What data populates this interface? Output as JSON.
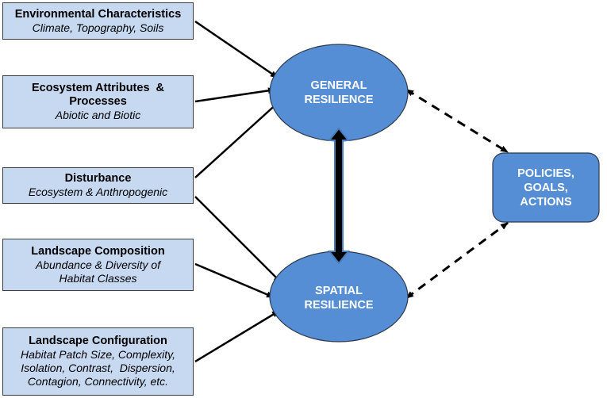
{
  "colors": {
    "input_box_fill": "#c6d9f1",
    "node_fill": "#558ed5",
    "node_text": "#ffffff",
    "arrow": "#000000",
    "double_arrow_outline": "#4a7ebb"
  },
  "inputs": [
    {
      "title": "Environmental Characteristics",
      "subtitle": [
        "Climate, Topography, Soils"
      ],
      "target": "general"
    },
    {
      "title": "Ecosystem Attributes  &",
      "title2": "Processes",
      "subtitle": [
        "Abiotic and Biotic"
      ],
      "target": "general"
    },
    {
      "title": "Disturbance",
      "subtitle": [
        "Ecosystem & Anthropogenic"
      ],
      "target": "both"
    },
    {
      "title": "Landscape Composition",
      "subtitle": [
        "Abundance & Diversity of",
        "Habitat Classes"
      ],
      "target": "spatial"
    },
    {
      "title": "Landscape Configuration",
      "subtitle": [
        "Habitat Patch Size, Complexity,",
        "Isolation, Contrast,  Dispersion,",
        "Contagion, Connectivity, etc."
      ],
      "target": "spatial"
    }
  ],
  "nodes": {
    "general": {
      "line1": "GENERAL",
      "line2": "RESILIENCE"
    },
    "spatial": {
      "line1": "SPATIAL",
      "line2": "RESILIENCE"
    },
    "policies": {
      "line1": "POLICIES,",
      "line2": "GOALS,",
      "line3": "ACTIONS"
    }
  },
  "connections": [
    {
      "from": "Environmental Characteristics",
      "to": "GENERAL RESILIENCE",
      "style": "solid"
    },
    {
      "from": "Ecosystem Attributes & Processes",
      "to": "GENERAL RESILIENCE",
      "style": "solid"
    },
    {
      "from": "Disturbance",
      "to": "GENERAL RESILIENCE",
      "style": "solid"
    },
    {
      "from": "Disturbance",
      "to": "SPATIAL RESILIENCE",
      "style": "solid"
    },
    {
      "from": "Landscape Composition",
      "to": "SPATIAL RESILIENCE",
      "style": "solid"
    },
    {
      "from": "Landscape Configuration",
      "to": "SPATIAL RESILIENCE",
      "style": "solid"
    },
    {
      "from": "GENERAL RESILIENCE",
      "to": "SPATIAL RESILIENCE",
      "style": "thick-double"
    },
    {
      "from": "GENERAL RESILIENCE",
      "to": "POLICIES, GOALS, ACTIONS",
      "style": "dashed-double"
    },
    {
      "from": "SPATIAL RESILIENCE",
      "to": "POLICIES, GOALS, ACTIONS",
      "style": "dashed-double"
    }
  ]
}
